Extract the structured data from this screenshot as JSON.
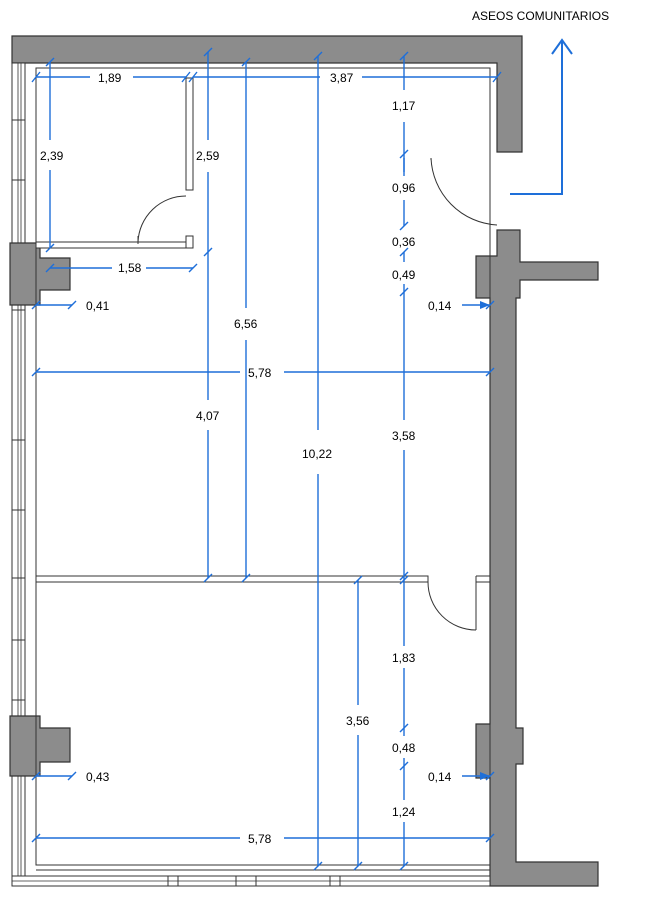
{
  "header": {
    "title": "ASEOS COMUNITARIOS"
  },
  "colors": {
    "wall": "#8c8c8c",
    "dimension": "#1e6fd9",
    "line": "#333333"
  },
  "dimensions": {
    "d_1_89": "1,89",
    "d_3_87": "3,87",
    "d_1_17": "1,17",
    "d_2_39": "2,39",
    "d_2_59": "2,59",
    "d_0_96": "0,96",
    "d_0_36": "0,36",
    "d_1_58": "1,58",
    "d_0_49": "0,49",
    "d_0_41": "0,41",
    "d_0_14_top": "0,14",
    "d_6_56": "6,56",
    "d_5_78_top": "5,78",
    "d_4_07": "4,07",
    "d_3_58": "3,58",
    "d_10_22": "10,22",
    "d_1_83": "1,83",
    "d_3_56": "3,56",
    "d_0_48": "0,48",
    "d_0_43": "0,43",
    "d_0_14_bottom": "0,14",
    "d_1_24": "1,24",
    "d_5_78_bottom": "5,78"
  }
}
